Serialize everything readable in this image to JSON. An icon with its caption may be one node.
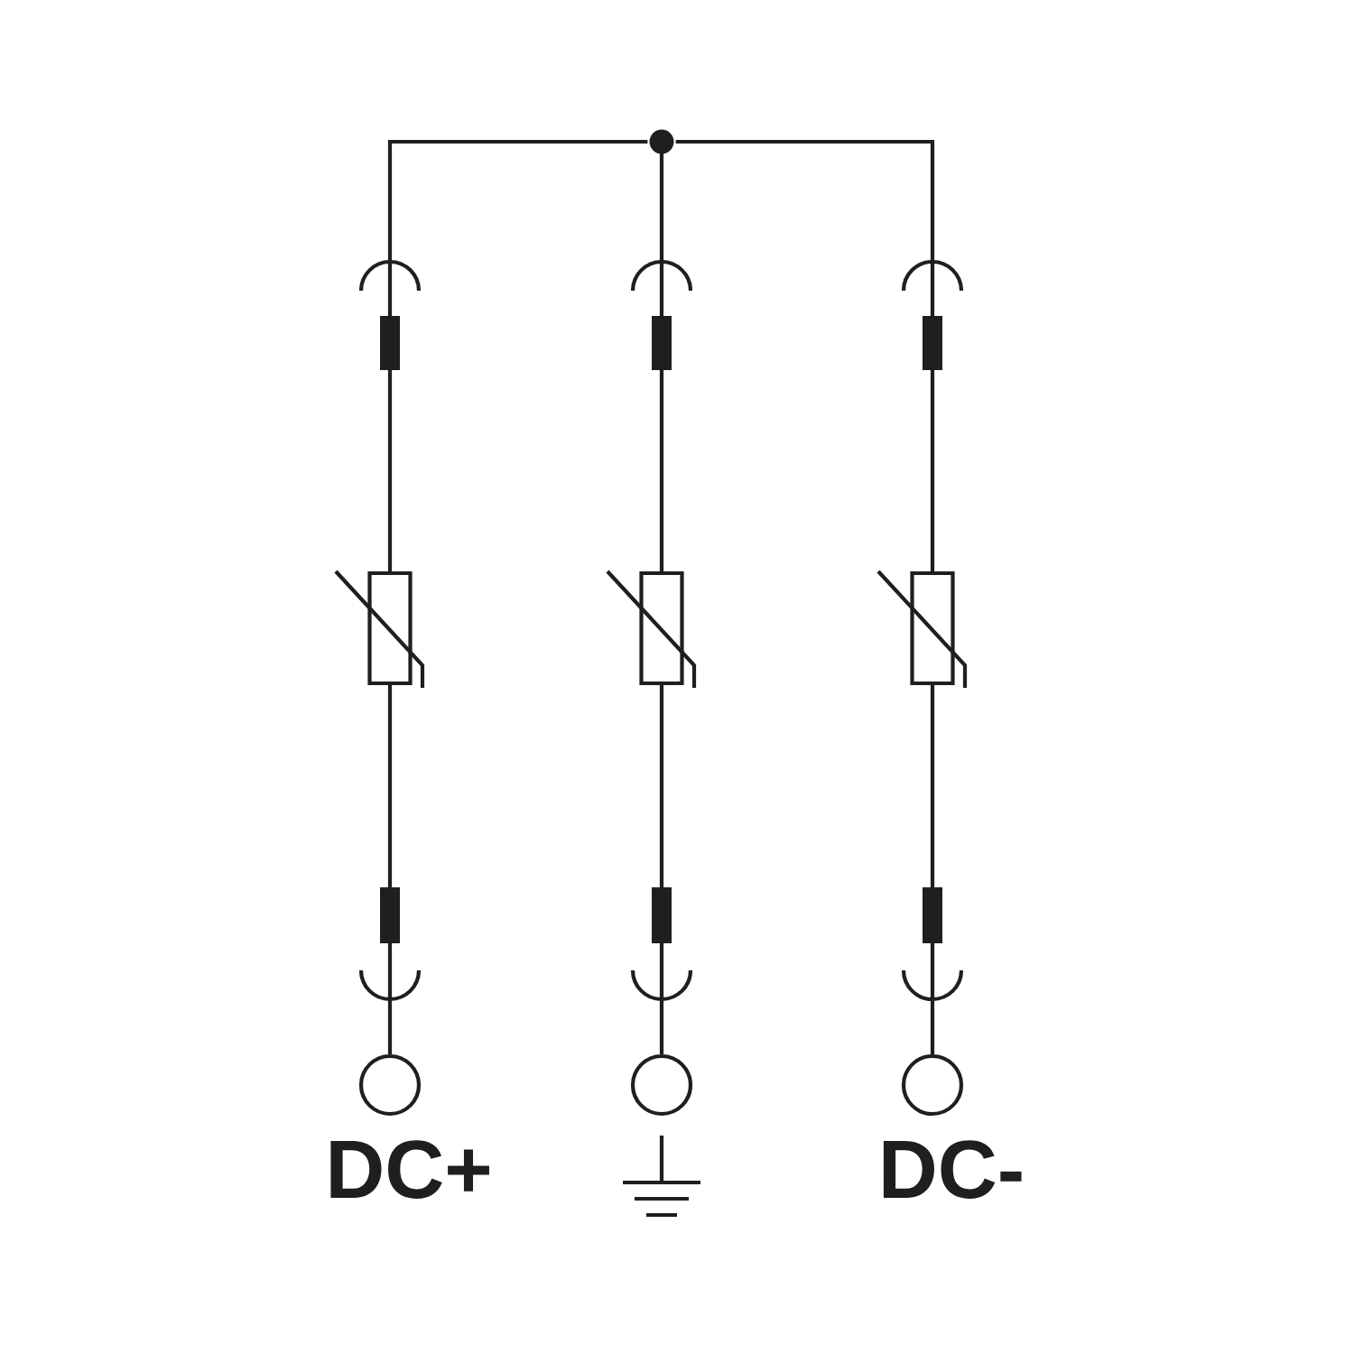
{
  "diagram": {
    "nodes": [
      {
        "text": [],
        "shape": "circle"
      },
      {
        "text": [],
        "shape": "box"
      },
      {
        "text": [],
        "shape": "box"
      },
      {
        "text": [],
        "shape": "box"
      },
      {
        "text": [
          "DC+"
        ]
      },
      {
        "text": [],
        "shape": "circle"
      },
      {
        "text": [
          "DC-"
        ]
      }
    ],
    "edges": [
      {
        "from": 0,
        "to": 1,
        "arrow": "none"
      },
      {
        "from": 0,
        "to": 2,
        "arrow": "none"
      },
      {
        "from": 0,
        "to": 3,
        "arrow": "none"
      },
      {
        "from": 1,
        "to": 4,
        "arrow": "none"
      },
      {
        "from": 2,
        "to": 5,
        "arrow": "none"
      },
      {
        "from": 3,
        "to": 6,
        "arrow": "none"
      }
    ]
  }
}
